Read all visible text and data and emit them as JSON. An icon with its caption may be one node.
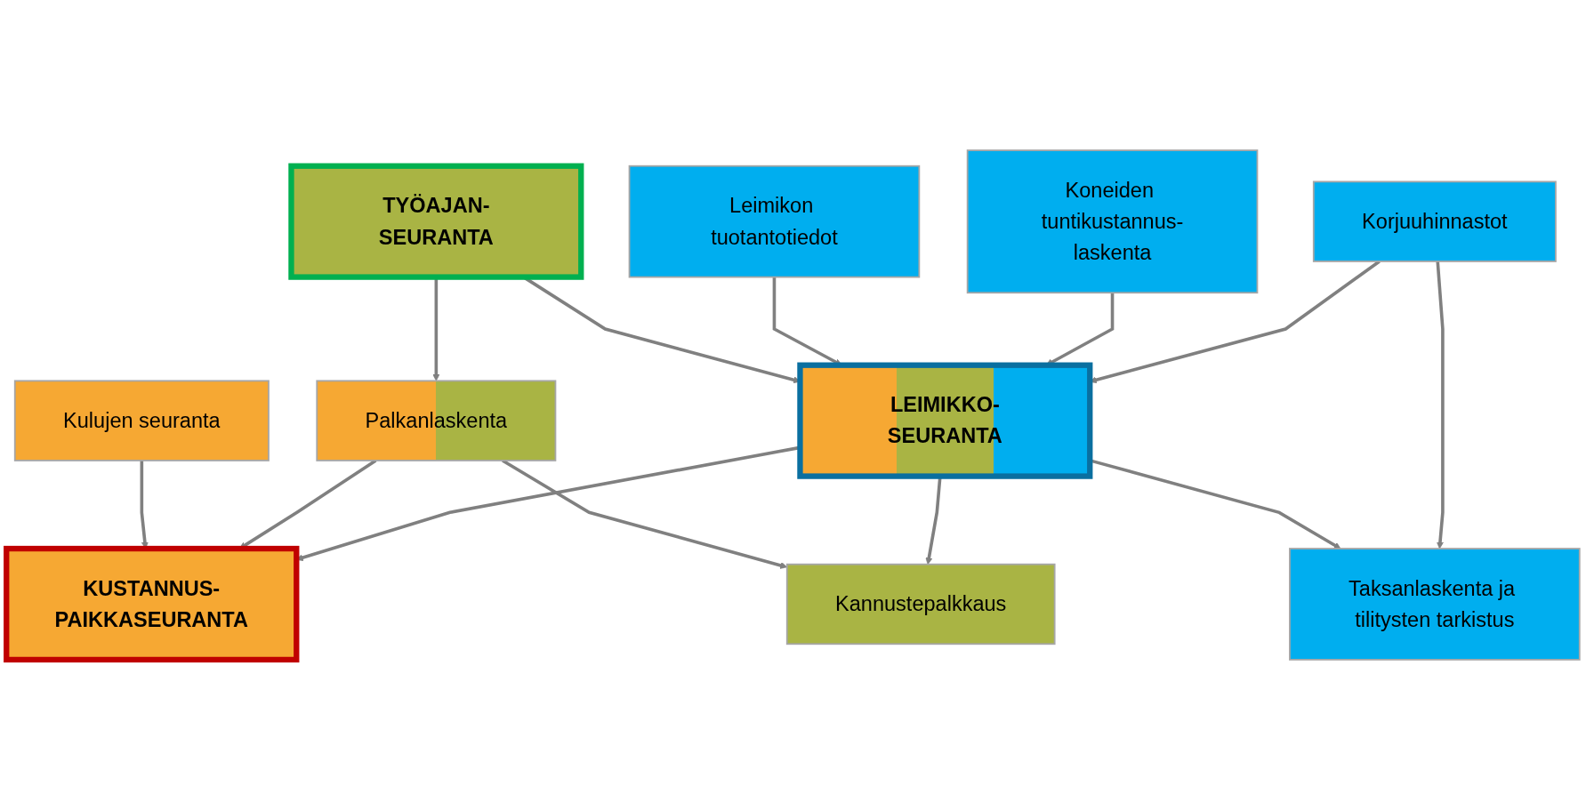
{
  "diagram": {
    "nodes": [
      {
        "text": [
          "TYÖAJAN-SEURANTA"
        ]
      },
      {
        "text": [
          "Leimikon tuotantotiedot"
        ]
      },
      {
        "text": [
          "Koneiden tuntikustannus-laskenta"
        ]
      },
      {
        "text": [
          "Kulujen seuranta"
        ]
      },
      {
        "text": [
          "Palkanlaskenta"
        ]
      },
      {
        "text": [
          "LEIMIKKO-SEURANTA"
        ]
      },
      {
        "text": [
          "Korjuuhinnastot"
        ]
      },
      {
        "text": [
          "KUSTANNUS-PAIKKASEURANTA"
        ]
      },
      {
        "text": [
          "Kannustepalkkaus"
        ]
      },
      {
        "text": [
          "Taksanlaskenta ja tilitysten tarkistus"
        ]
      }
    ],
    "edges": [
      {
        "from": 0,
        "to": 4,
        "arrow": "to"
      },
      {
        "from": 0,
        "to": 5,
        "arrow": "to"
      },
      {
        "from": 1,
        "to": 5,
        "arrow": "to"
      },
      {
        "from": 2,
        "to": 5,
        "arrow": "to"
      },
      {
        "from": 6,
        "to": 5,
        "arrow": "to"
      },
      {
        "from": 3,
        "to": 7,
        "arrow": "to"
      },
      {
        "from": 4,
        "to": 7,
        "arrow": "to"
      },
      {
        "from": 5,
        "to": 7,
        "arrow": "to"
      },
      {
        "from": 4,
        "to": 8,
        "arrow": "to"
      },
      {
        "from": 5,
        "to": 8,
        "arrow": "to"
      },
      {
        "from": 5,
        "to": 9,
        "arrow": "to"
      },
      {
        "from": 6,
        "to": 9,
        "arrow": "to"
      }
    ]
  }
}
